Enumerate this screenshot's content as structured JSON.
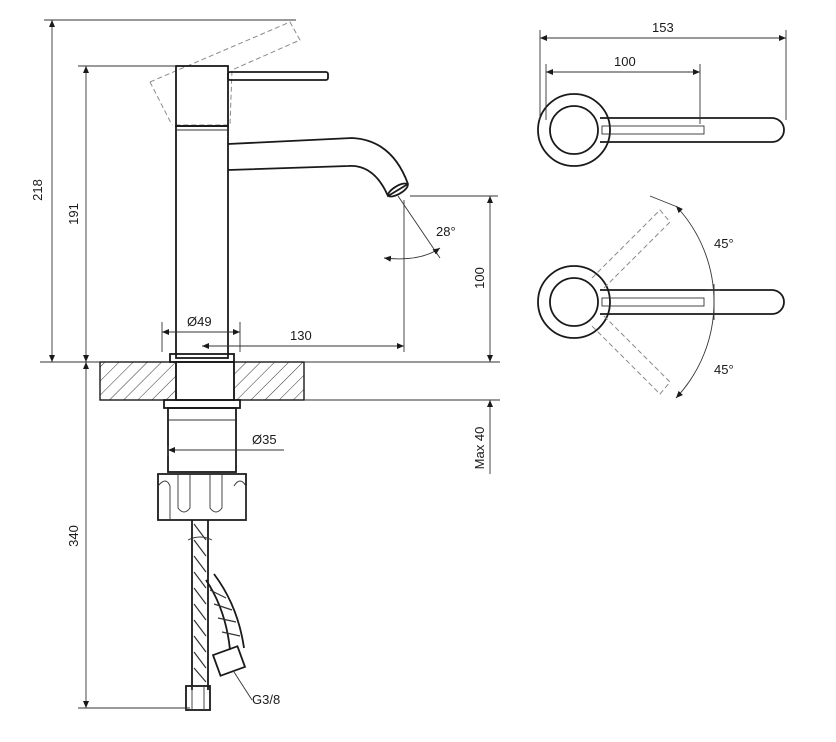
{
  "dimensions": {
    "overall_height": "218",
    "spout_height": "191",
    "outlet_height": "100",
    "hose_length": "340",
    "body_diameter": "Ø49",
    "spout_reach": "130",
    "thread_diameter": "Ø35",
    "max_thickness": "Max 40",
    "outlet_angle": "28°",
    "total_length_top": "153",
    "lever_length_top": "100",
    "rotation_angle_upper": "45°",
    "rotation_angle_lower": "45°",
    "connection_thread": "G3/8"
  },
  "colors": {
    "line": "#1a1a1a",
    "dashed": "#8a8a8a"
  }
}
